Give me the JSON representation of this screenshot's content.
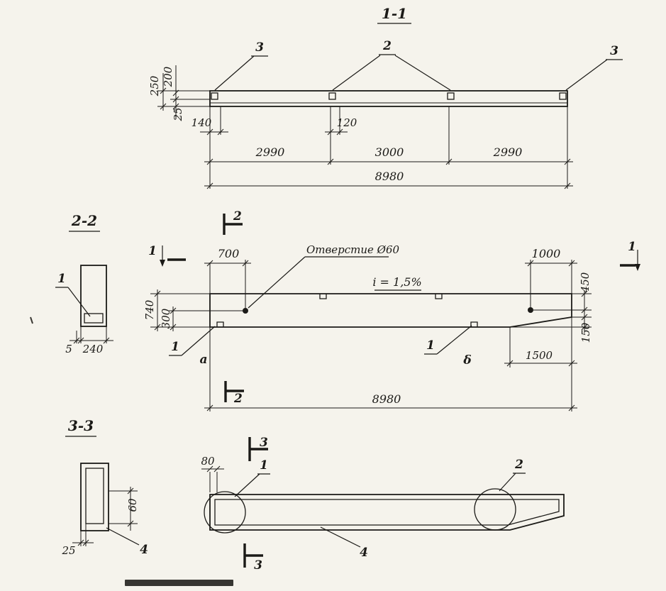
{
  "meta": {
    "paper_color": "#f5f3ec",
    "ink_color": "#1b1a17"
  },
  "view_1_1": {
    "title": "1-1",
    "callout_3_left": "3",
    "callout_2": "2",
    "callout_3_right": "3",
    "dim_200": "200",
    "dim_250": "250",
    "dim_25": "25",
    "dim_140": "140",
    "dim_120": "120",
    "dim_2990_left": "2990",
    "dim_3000": "3000",
    "dim_2990_right": "2990",
    "dim_8980": "8980"
  },
  "view_2_2": {
    "title": "2-2",
    "callout_1": "1",
    "dim_5": "5",
    "dim_240": "240"
  },
  "elevation": {
    "section_marker_2_top": "2",
    "section_marker_2_bottom": "2",
    "section_marker_1_left": "1",
    "section_marker_1_right": "1",
    "dim_700": "700",
    "dim_1000": "1000",
    "dim_450": "450",
    "dim_740": "740",
    "dim_300": "300",
    "dim_150": "150",
    "dim_1500": "1500",
    "dim_8980": "8980",
    "hole_note": "Отверстие Ø60",
    "slope_note": "i = 1,5%",
    "callout_1_left": "1",
    "callout_1_right": "1",
    "node_label_a": "а",
    "node_label_b": "δ"
  },
  "view_3_3": {
    "title": "3-3",
    "dim_60": "60",
    "dim_25": "25",
    "callout_4": "4"
  },
  "bottom_view": {
    "section_marker_3_top": "3",
    "section_marker_3_bottom": "3",
    "dim_80": "80",
    "callout_1": "1",
    "callout_2": "2",
    "callout_4": "4"
  }
}
